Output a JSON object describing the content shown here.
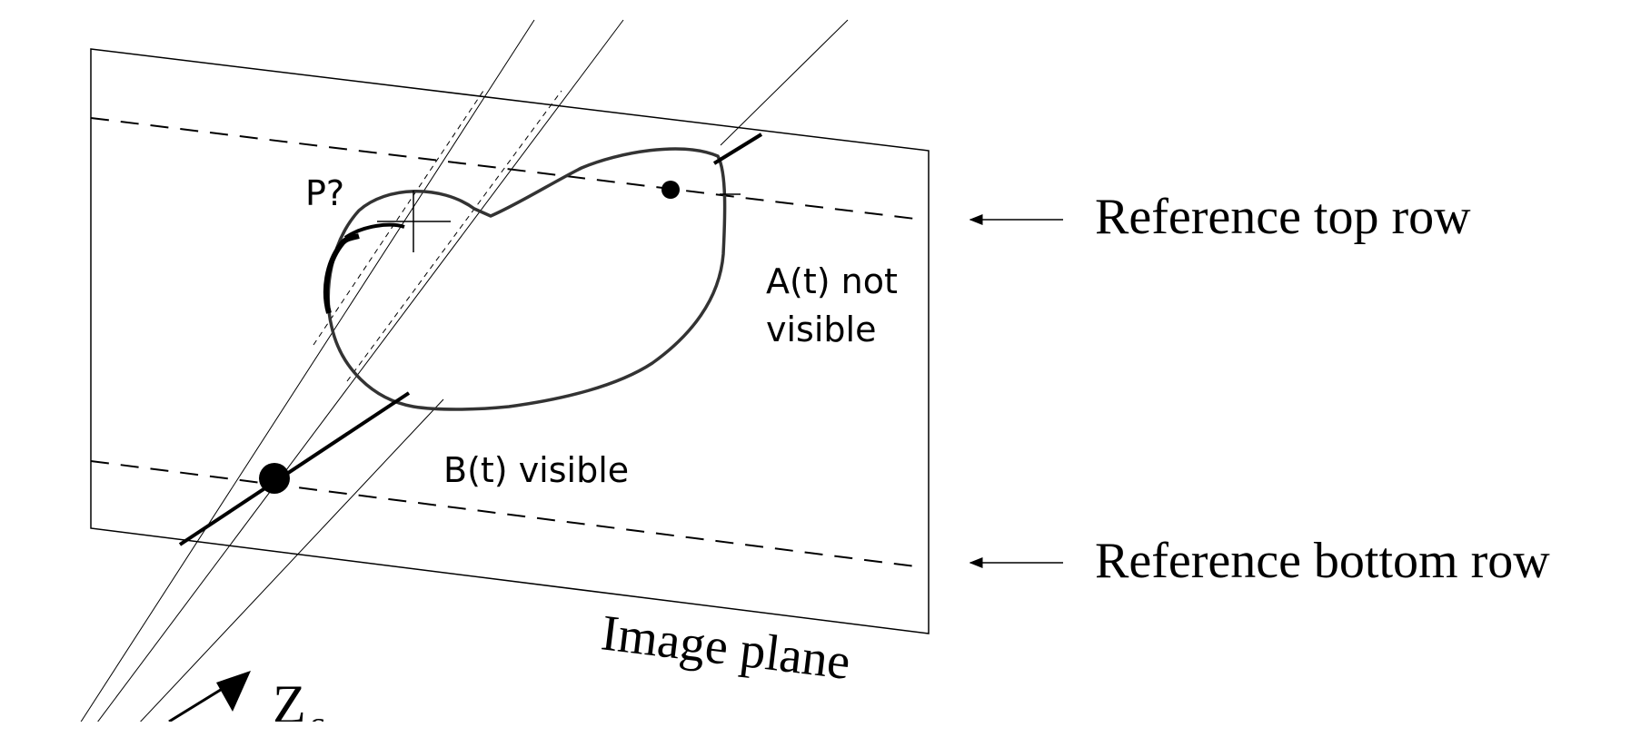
{
  "labels": {
    "p_query": "P?",
    "a_not_visible_line1": "A(t) not",
    "a_not_visible_line2": "visible",
    "b_visible": "B(t) visible",
    "ref_top": "Reference top row",
    "ref_bottom": "Reference bottom row",
    "image_plane": "Image plane",
    "z_axis": "Z",
    "z_axis_sub": "c"
  },
  "colors": {
    "ink": "#000000",
    "contour": "#333333",
    "background": "#ffffff"
  }
}
